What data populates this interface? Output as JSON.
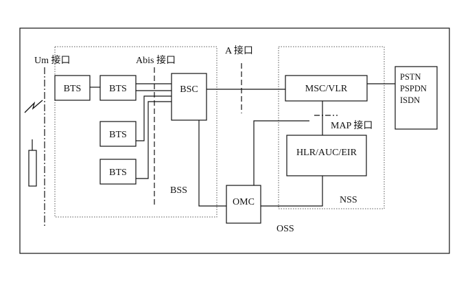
{
  "interfaces": {
    "um": "Um 接口",
    "abis": "Abis 接口",
    "a": "A 接口",
    "map": "MAP 接口"
  },
  "nodes": {
    "bts1": "BTS",
    "bts2": "BTS",
    "bts3": "BTS",
    "bts4": "BTS",
    "bsc": "BSC",
    "msc": "MSC/VLR",
    "hlr": "HLR/AUC/EIR",
    "omc": "OMC"
  },
  "pstn_lines": [
    "PSTN",
    "PSPDN",
    "ISDN"
  ],
  "subsystems": {
    "bss": "BSS",
    "nss": "NSS",
    "oss": "OSS"
  }
}
